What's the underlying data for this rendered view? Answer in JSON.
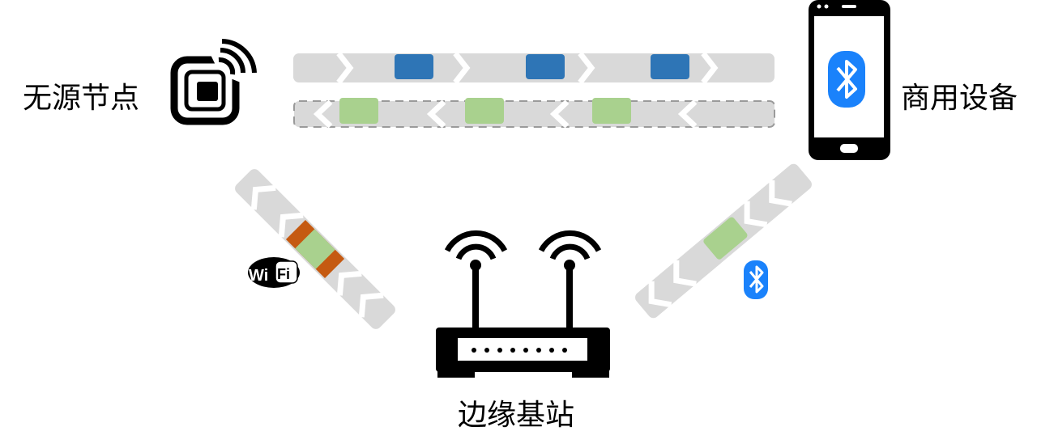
{
  "labels": {
    "passive_node": "无源节点",
    "commercial_device": "商用设备",
    "edge_base_station": "边缘基站"
  },
  "icons": {
    "passive_tag": "passive-tag-icon",
    "smartphone": "smartphone-bluetooth-icon",
    "router": "wifi-router-icon",
    "wifi_logo": "wifi-logo-icon",
    "bluetooth_logo": "bluetooth-icon"
  },
  "wifi_logo_text": {
    "wi": "Wi",
    "fi": "Fi"
  },
  "colors": {
    "channel": "#d9d9d9",
    "packet_blue": "#2e75b6",
    "packet_green": "#a9d18e",
    "packet_orange": "#c55a11",
    "bluetooth": "#1a82fb"
  }
}
